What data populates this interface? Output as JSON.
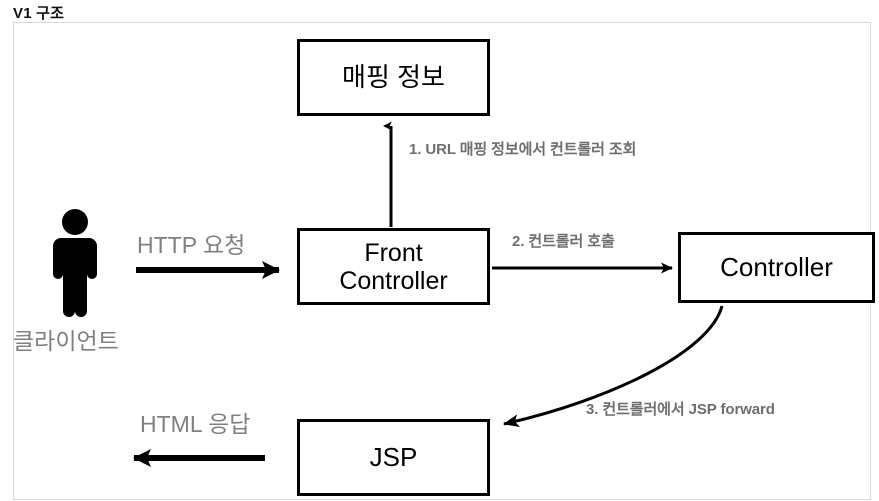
{
  "page": {
    "title": "V1 구조"
  },
  "diagram": {
    "type": "flow-diagram",
    "actor": {
      "icon": "person-icon",
      "label": "클라이언트"
    },
    "nodes": [
      {
        "id": "mapping-info",
        "label": "매핑 정보"
      },
      {
        "id": "front-controller",
        "label_line1": "Front",
        "label_line2": "Controller"
      },
      {
        "id": "controller",
        "label": "Controller"
      },
      {
        "id": "jsp",
        "label": "JSP"
      }
    ],
    "io_labels": {
      "request": "HTTP 요청",
      "response": "HTML 응답"
    },
    "steps": [
      {
        "number": "1",
        "text": "1. URL 매핑 정보에서 컨트롤러 조회",
        "from": "front-controller",
        "to": "mapping-info"
      },
      {
        "number": "2",
        "text": "2. 컨트롤러 호출",
        "from": "front-controller",
        "to": "controller"
      },
      {
        "number": "3",
        "text": "3. 컨트롤러에서 JSP forward",
        "from": "controller",
        "to": "jsp"
      }
    ],
    "colors": {
      "box_border": "#000000",
      "frame_border": "#d9d9d9",
      "step_label": "#6e6e6e",
      "io_label": "#808080",
      "arrow": "#000000",
      "background": "#ffffff"
    }
  }
}
